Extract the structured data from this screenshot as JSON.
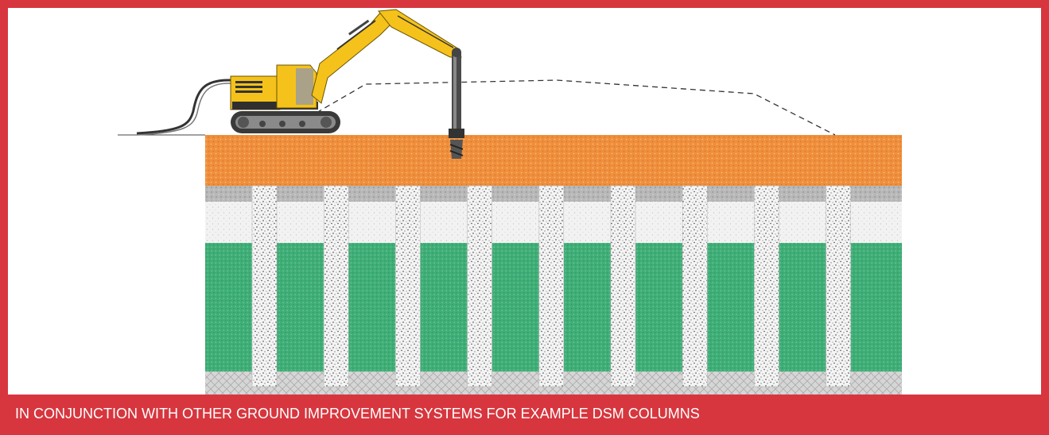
{
  "caption": "IN CONJUNCTION WITH OTHER GROUND IMPROVEMENT SYSTEMS FOR EXAMPLE DSM COLUMNS",
  "colors": {
    "frame": "#d7363e",
    "fill_layer": "#ef8f3c",
    "sand_layer": "#f2f2f2",
    "clay_layer": "#3fae77",
    "gravel_strip": "#b8b8b8",
    "base_layer": "#c9c9c9",
    "column": "#f4f4f4",
    "excavator": "#f5c21b"
  },
  "columns": [
    {
      "id": "dsm-column-1"
    },
    {
      "id": "dsm-column-2"
    },
    {
      "id": "dsm-column-3"
    },
    {
      "id": "dsm-column-4"
    },
    {
      "id": "dsm-column-5"
    },
    {
      "id": "dsm-column-6"
    },
    {
      "id": "dsm-column-7"
    },
    {
      "id": "dsm-column-8"
    },
    {
      "id": "dsm-column-9"
    }
  ]
}
